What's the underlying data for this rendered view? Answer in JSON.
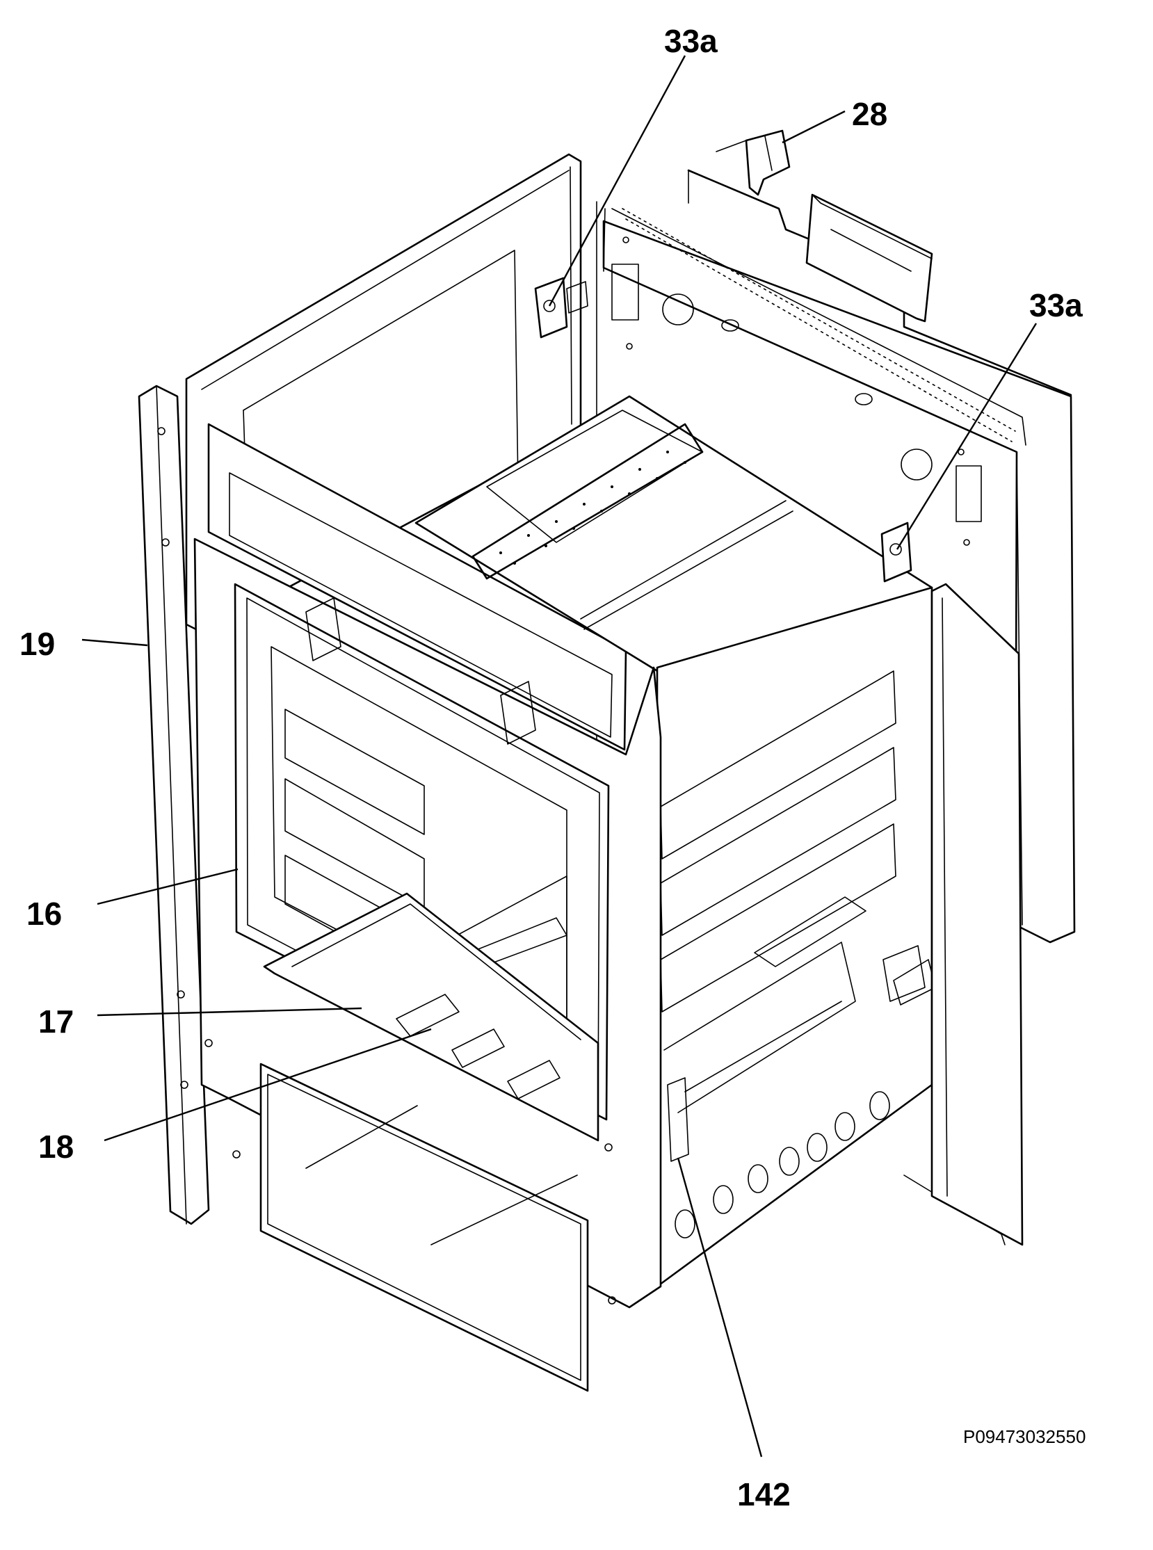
{
  "diagram": {
    "callouts": [
      {
        "id": "33a-top",
        "label": "33a"
      },
      {
        "id": "28",
        "label": "28"
      },
      {
        "id": "33a-right",
        "label": "33a"
      },
      {
        "id": "19",
        "label": "19"
      },
      {
        "id": "16",
        "label": "16"
      },
      {
        "id": "17",
        "label": "17"
      },
      {
        "id": "18",
        "label": "18"
      },
      {
        "id": "142",
        "label": "142"
      }
    ],
    "reference_code": "P09473032550"
  }
}
